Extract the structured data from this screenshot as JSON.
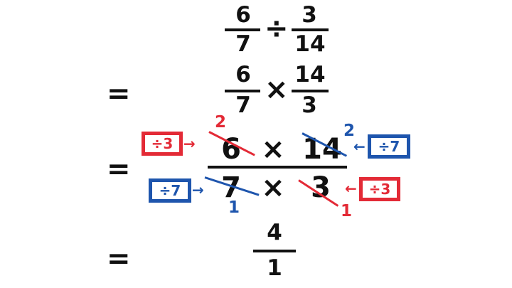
{
  "colors": {
    "red": "#e32a36",
    "blue": "#1e55ad",
    "ink": "#111111"
  },
  "line1": {
    "n1": "6",
    "d1": "7",
    "op": "÷",
    "n2": "3",
    "d2": "14"
  },
  "line2": {
    "eq": "=",
    "n1": "6",
    "d1": "7",
    "op": "×",
    "n2": "14",
    "d2": "3"
  },
  "line3": {
    "eq": "=",
    "num_a": "6",
    "num_op": "×",
    "num_b": "14",
    "den_a": "7",
    "den_op": "×",
    "den_b": "3",
    "r_num_a": "2",
    "r_num_b": "2",
    "r_den_a": "1",
    "r_den_b": "1",
    "tag_red_top": "÷3",
    "tag_blue_top": "÷7",
    "tag_blue_bottom": "÷7",
    "tag_red_bottom": "÷3",
    "arrow_right": "→",
    "arrow_left": "←"
  },
  "line4": {
    "eq": "=",
    "num": "4",
    "den": "1"
  }
}
